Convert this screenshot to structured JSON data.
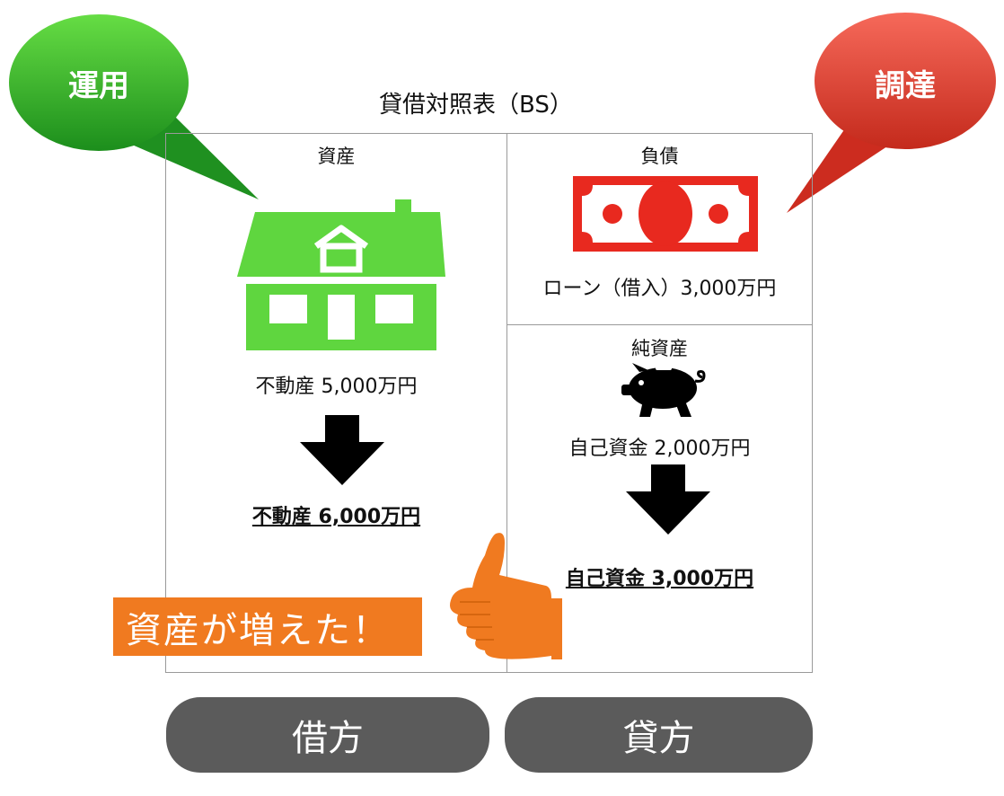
{
  "title": "貸借対照表（BS）",
  "bubbles": {
    "left": "運用",
    "right": "調達"
  },
  "assets": {
    "header": "資産",
    "before": "不動産 5,000万円",
    "after": "不動産 6,000万円"
  },
  "liabilities": {
    "header": "負債",
    "loan": "ローン（借入）3,000万円"
  },
  "net_assets": {
    "header": "純資産",
    "before": "自己資金 2,000万円",
    "after": "自己資金 3,000万円"
  },
  "callout": "資産が増えた！",
  "footer": {
    "debit": "借方",
    "credit": "貸方"
  },
  "icons": [
    "house-icon",
    "money-bill-icon",
    "piggy-bank-icon",
    "down-arrow-icon",
    "thumbs-up-icon"
  ],
  "colors": {
    "green": "#5fd63f",
    "red": "#e53b2c",
    "orange": "#f07a20",
    "pill": "#5b5b5b"
  }
}
